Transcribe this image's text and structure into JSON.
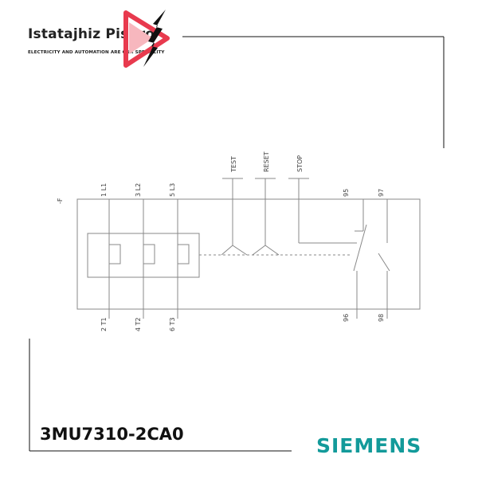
{
  "logo": {
    "title": "Istatajhiz Pishro",
    "tagline": "ELECTRICITY AND AUTOMATION ARE OUR SPECIALITY",
    "colors": {
      "mark": "#e83a4e",
      "text": "#222222"
    }
  },
  "diagram": {
    "device_label": "-F",
    "top_terminals": [
      "1 L1",
      "3 L2",
      "5 L3"
    ],
    "bottom_terminals": [
      "2 T1",
      "4 T2",
      "6 T3"
    ],
    "buttons": [
      "TEST",
      "RESET",
      "STOP"
    ],
    "contact_top": [
      "95",
      "97"
    ],
    "contact_bottom": [
      "96",
      "98"
    ],
    "line_color": "#888888"
  },
  "product": {
    "part_number": "3MU7310-2CA0"
  },
  "brand": {
    "name": "SIEMENS",
    "color": "#139a9a"
  }
}
